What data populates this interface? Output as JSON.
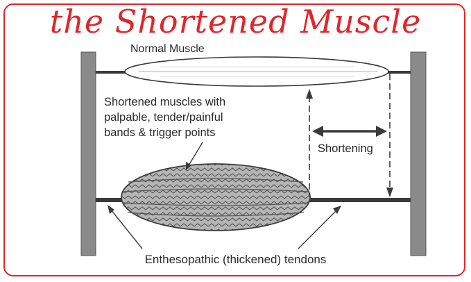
{
  "title": "the Shortened Muscle",
  "labels": {
    "normal_muscle": "Normal Muscle",
    "shortened_line1": "Shortened muscles with",
    "shortened_line2": "palpable, tender/painful",
    "shortened_line3": "bands & trigger points",
    "shortening": "Shortening",
    "tendons": "Enthesopathic (thickened) tendons"
  },
  "colors": {
    "title_red": "#e0262b",
    "frame_red": "#e0262b",
    "post_gray": "#8a8a8a",
    "line_dark": "#3a3a3a"
  }
}
